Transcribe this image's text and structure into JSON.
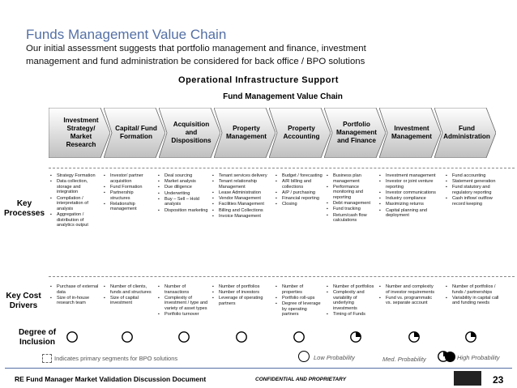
{
  "title": "Funds Management Value Chain",
  "subtitle": {
    "line1": "Our initial assessment suggests that portfolio management and finance, investment",
    "line2": "management and fund administration be considered for back office / BPO solutions"
  },
  "ops_header": "Operational Infrastructure Support",
  "chain_header": "Fund Management Value Chain",
  "chain_steps": [
    "Investment Strategy/ Market Research",
    "Capital/ Fund Formation",
    "Acquisition and Dispositions",
    "Property Management",
    "Property Accounting",
    "Portfolio Management and Finance",
    "Investment Management",
    "Fund Administration"
  ],
  "row_labels": {
    "key_processes": "Key Processes",
    "key_cost_drivers": "Key Cost Drivers",
    "degree_of_inclusion": "Degree of Inclusion"
  },
  "key_processes": [
    [
      "Strategy Formation",
      "Data collection, storage and integration",
      "Compilation / interpretation of analysis",
      "Aggregation / distribution of analytics output"
    ],
    [
      "Investor/ partner acquisition",
      "Fund Formation",
      "Partnership structures",
      "Relationship management"
    ],
    [
      "Deal sourcing",
      "Market analysis",
      "Due diligence",
      "Underwriting",
      "Buy – Sell – Hold analysis",
      "Disposition marketing"
    ],
    [
      "Tenant services delivery",
      "Tenant relationship Management",
      "Lease Administration",
      "Vendor Management",
      "Facilities Management",
      "Billing and Collections",
      "Invoice Management"
    ],
    [
      "Budget / forecasting",
      "A/R billing and collections",
      "A/P / purchasing",
      "Financial reporting",
      "Closing"
    ],
    [
      "Business plan management",
      "Performance monitoring and reporting",
      "Debt management",
      "Fund tracking",
      "Return/cash flow calculations"
    ],
    [
      "Investment management",
      "Investor or joint venture reporting",
      "Investor communications",
      "Industry compliance",
      "Maximizing returns",
      "Capital planning and deployment"
    ],
    [
      "Fund accounting",
      "Statement generation",
      "Fund statutory and regulatory reporting",
      "Cash inflow/ outflow record keeping"
    ]
  ],
  "cost_drivers": [
    [
      "Purchase of external data",
      "Size of in-house research team"
    ],
    [
      "Number of clients, funds and structures",
      "Size of capital investment"
    ],
    [
      "Number of transactions",
      "Complexity of investment / type and variety of asset types",
      "Portfolio turnover"
    ],
    [
      "Number of portfolios",
      "Number of investors",
      "Leverage of operating partners"
    ],
    [
      "Number of properties",
      "Portfolio roll-ups",
      "Degree of leverage by operating partners"
    ],
    [
      "Number of portfolios",
      "Complexity and variability of underlying investments",
      "Timing of Funds"
    ],
    [
      "Number and complexity of investor requirements",
      "Fund vs. programmatic vs. separate account"
    ],
    [
      "Number of portfolios / funds / partnerships",
      "Variability in capital call and funding needs"
    ]
  ],
  "inclusion_levels": [
    "low",
    "low",
    "low",
    "low",
    "low",
    "med",
    "med",
    "med"
  ],
  "legend": {
    "bpo_note": "Indicates primary segments for BPO solutions",
    "low": "Low Probability",
    "med": "Med. Probability",
    "high": "High Probability"
  },
  "footer": {
    "doc_title": "RE Fund Manager Market Validation Discussion Document",
    "confidential": "CONFIDENTIAL AND PROPRIETARY",
    "page_number": "23"
  },
  "colors": {
    "title": "#5470a6",
    "chain_fill_top": "#ffffff",
    "chain_fill_bottom": "#bfbfbf"
  }
}
